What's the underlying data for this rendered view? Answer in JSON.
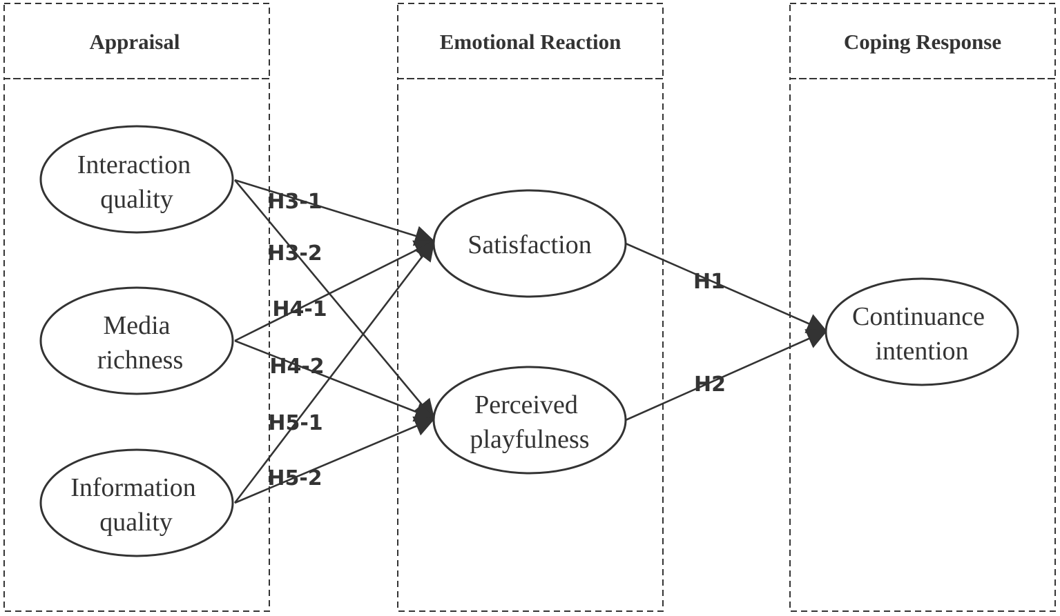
{
  "columns": {
    "appraisal": "Appraisal",
    "emotional_reaction": "Emotional Reaction",
    "coping_response": "Coping Response"
  },
  "nodes": {
    "interaction_quality": {
      "line1": "Interaction",
      "line2": "quality"
    },
    "media_richness": {
      "line1": "Media",
      "line2": "richness"
    },
    "information_quality": {
      "line1": "Information",
      "line2": "quality"
    },
    "satisfaction": {
      "line1": "Satisfaction"
    },
    "perceived_playfulness": {
      "line1": "Perceived",
      "line2": "playfulness"
    },
    "continuance_intention": {
      "line1": "Continuance",
      "line2": "intention"
    }
  },
  "hypotheses": {
    "h3_1": "H3-1",
    "h3_2": "H3-2",
    "h4_1": "H4-1",
    "h4_2": "H4-2",
    "h5_1": "H5-1",
    "h5_2": "H5-2",
    "h1": "H1",
    "h2": "H2"
  },
  "colors": {
    "stroke": "#333333",
    "background": "#ffffff"
  }
}
